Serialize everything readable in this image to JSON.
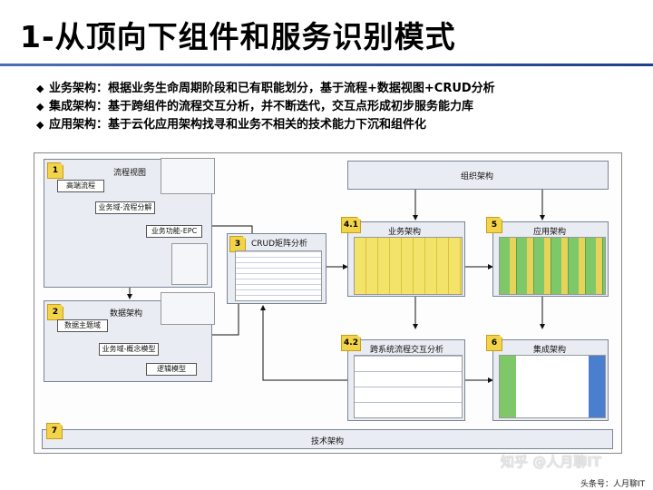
{
  "title": "1-从顶向下组件和服务识别模式",
  "bullets": [
    "业务架构：根据业务生命周期阶段和已有职能划分，基于流程+数据视图+CRUD分析",
    "集成架构：基于跨组件的流程交互分析，并不断迭代，交互点形成初步服务能力库",
    "应用架构：基于云化应用架构找寻和业务不相关的技术能力下沉和组件化"
  ],
  "diagram": {
    "flow": {
      "num": "1",
      "title": "流程视图",
      "l1": "高端流程",
      "l2": "业务域-流程分解",
      "l3": "业务功能-EPC"
    },
    "data": {
      "num": "2",
      "title": "数据架构",
      "l1": "数据主题域",
      "l2": "业务域-概念模型",
      "l3": "逻辑模型"
    },
    "crud": {
      "num": "3",
      "title": "CRUD矩阵分析"
    },
    "org": {
      "title": "组织架构"
    },
    "biz": {
      "num": "4.1",
      "title": "业务架构"
    },
    "app": {
      "num": "5",
      "title": "应用架构"
    },
    "cross": {
      "num": "4.2",
      "title": "跨系统流程交互分析"
    },
    "integ": {
      "num": "6",
      "title": "集成架构"
    },
    "tech": {
      "num": "7",
      "title": "技术架构"
    }
  },
  "watermark": "知乎 @人月聊IT",
  "footer": "头条号：人月聊IT",
  "colors": {
    "accent": "#1e3f8a",
    "badge": "#f2d34a",
    "biz_fill": "#f3e36a",
    "app_fill": "#7ec86a"
  }
}
